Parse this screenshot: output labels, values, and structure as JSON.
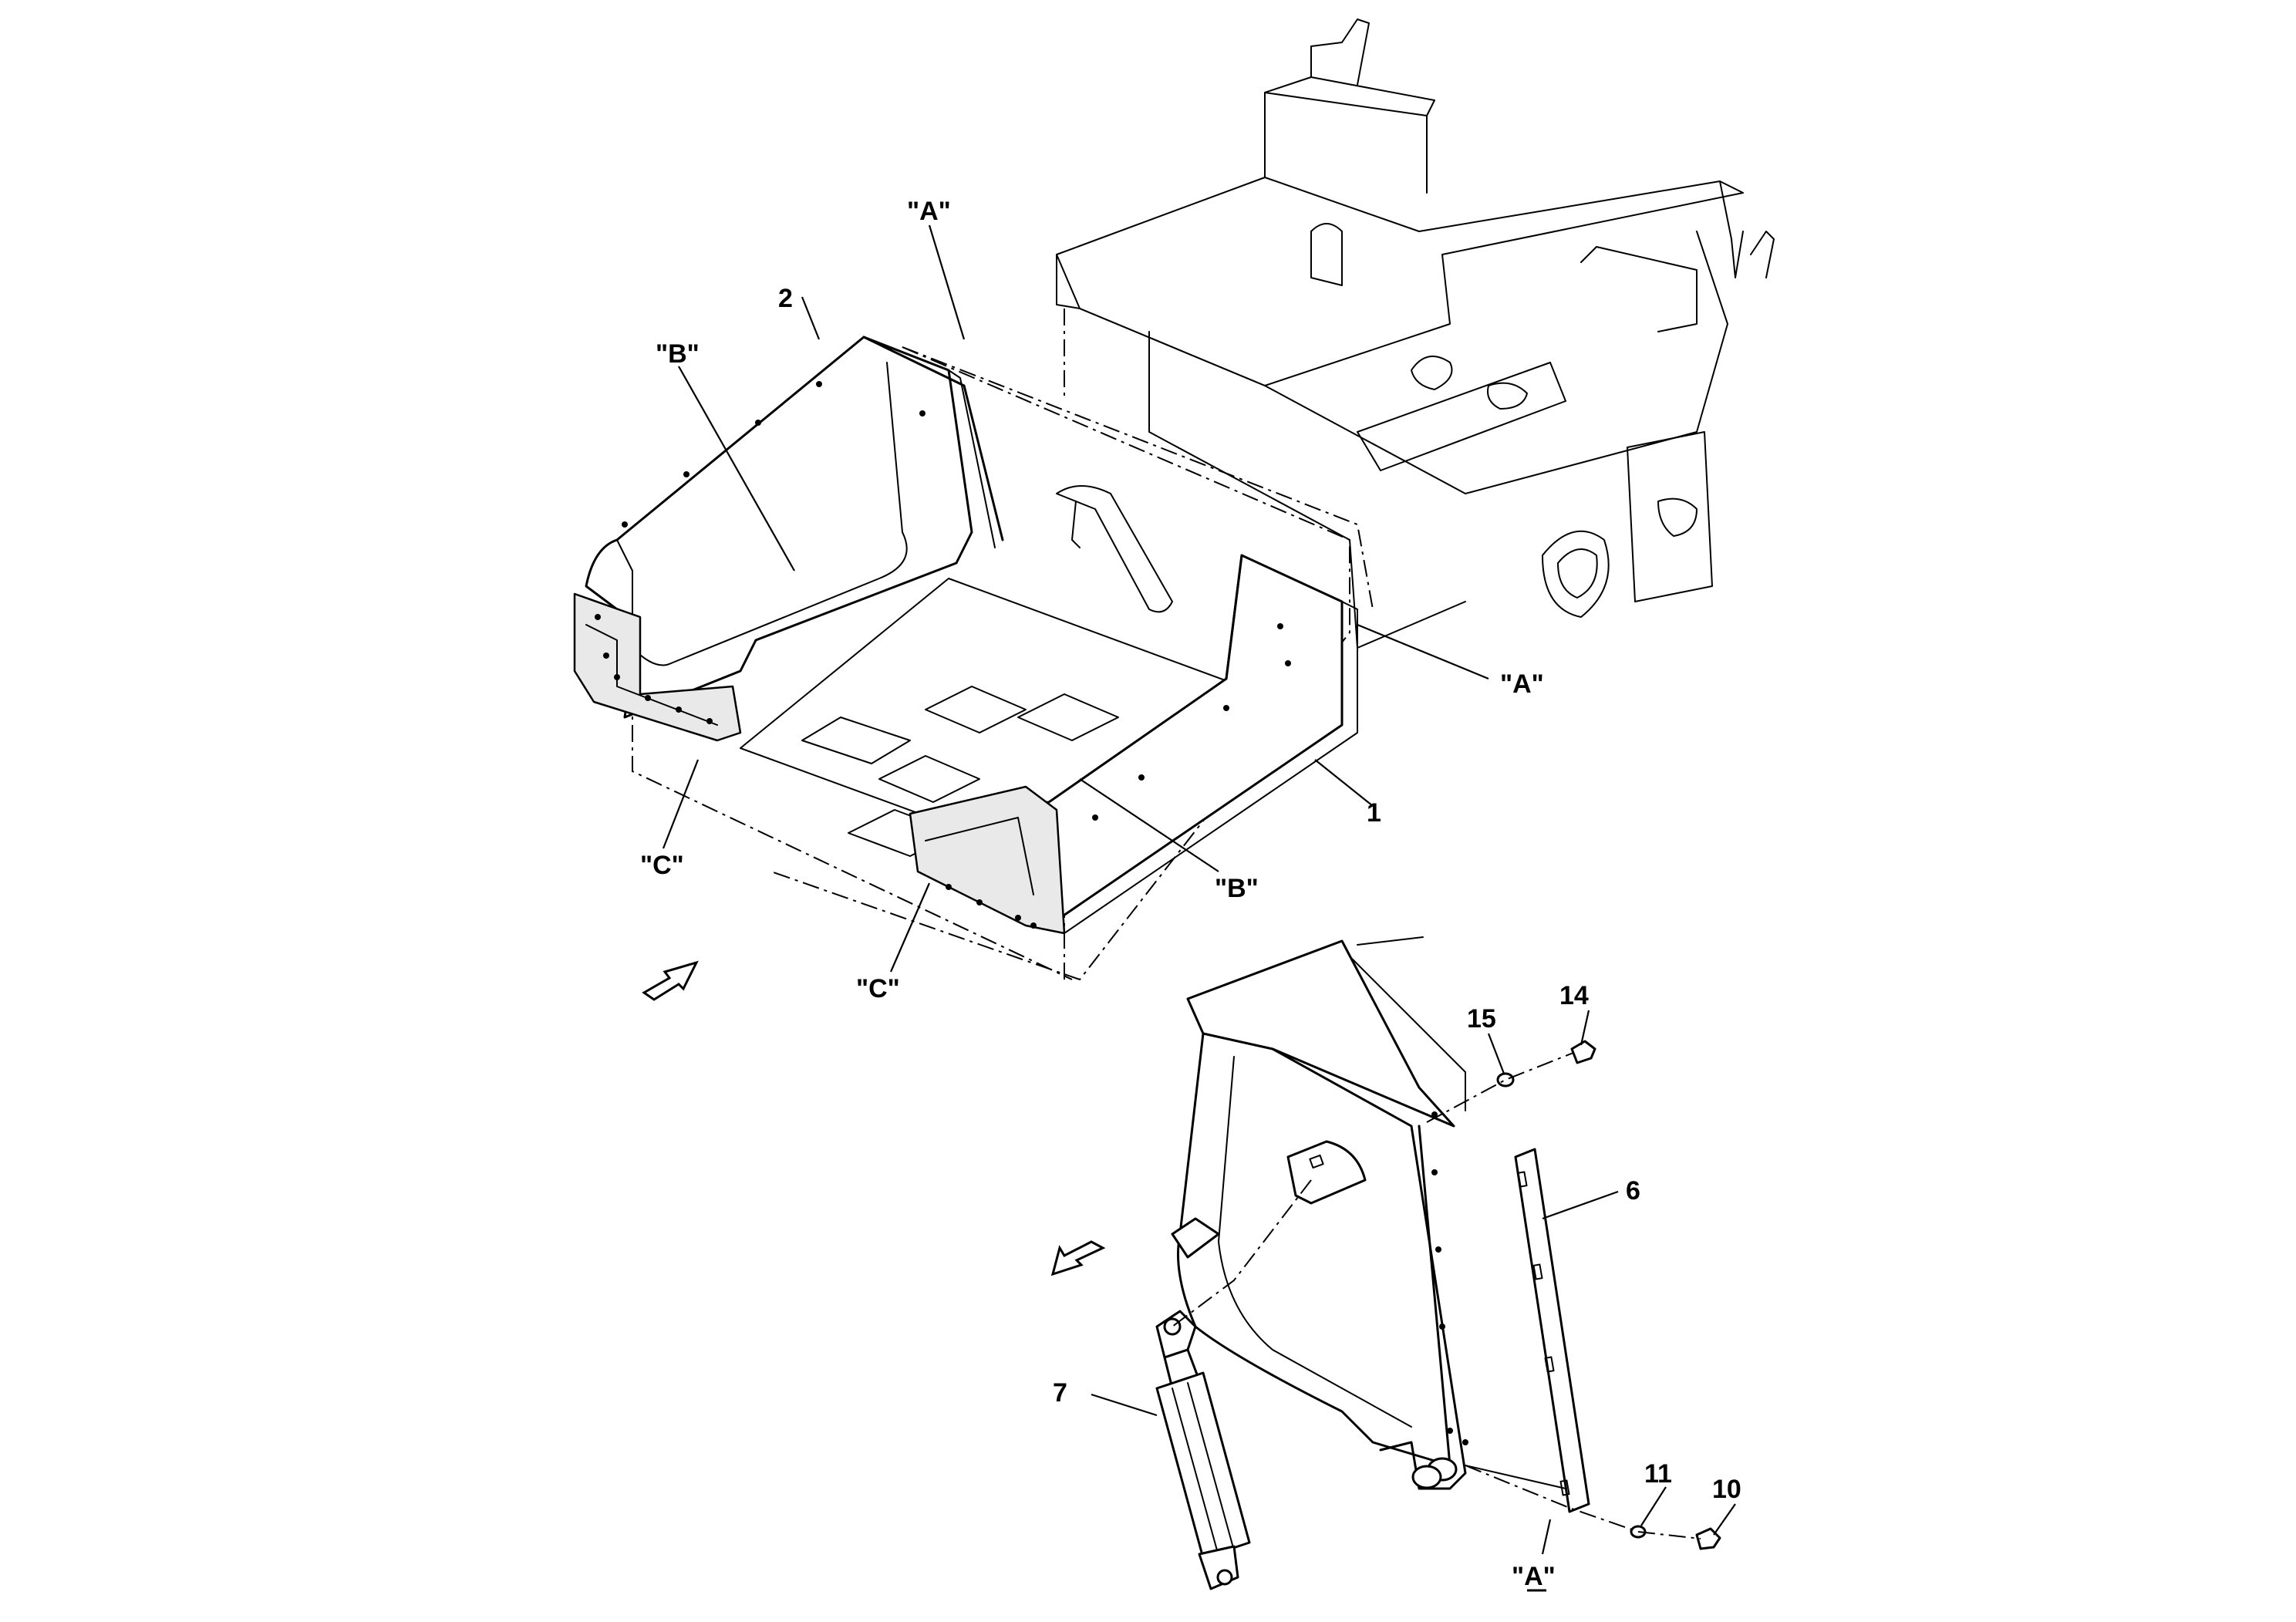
{
  "diagram": {
    "callouts": {
      "part_1": "1",
      "part_2": "2",
      "part_6": "6",
      "part_7": "7",
      "part_10": "10",
      "part_11": "11",
      "part_14": "14",
      "part_15": "15"
    },
    "view_refs": {
      "a_top": "\"A\"",
      "a_right": "\"A\"",
      "a_detail": "\"A\"",
      "b_left": "\"B\"",
      "b_right": "\"B\"",
      "c_left": "\"C\"",
      "c_right": "\"C\""
    },
    "icons": [
      "direction-arrow-icon",
      "direction-arrow-icon"
    ]
  }
}
